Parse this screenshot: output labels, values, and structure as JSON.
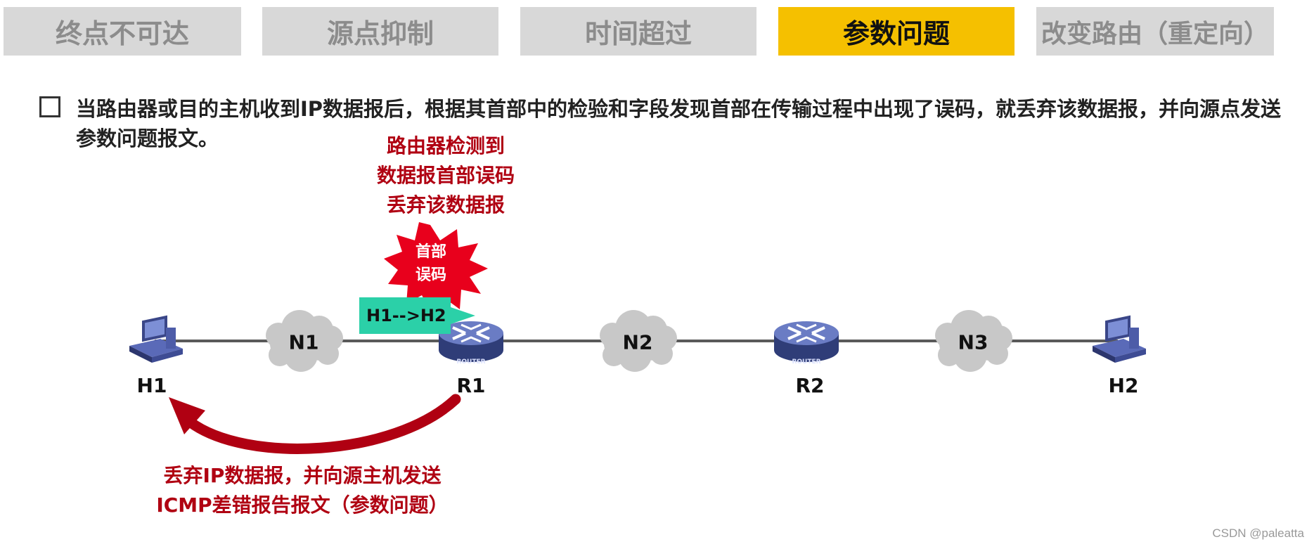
{
  "tabs": [
    {
      "label": "终点不可达",
      "active": false
    },
    {
      "label": "源点抑制",
      "active": false
    },
    {
      "label": "时间超过",
      "active": false
    },
    {
      "label": "参数问题",
      "active": true
    },
    {
      "label": "改变路由（重定向）",
      "active": false
    }
  ],
  "description": "当路由器或目的主机收到IP数据报后，根据其首部中的检验和字段发现首部在传输过程中出现了误码，就丢弃该数据报，并向源点发送参数问题报文。",
  "router_note": [
    "路由器检测到",
    "数据报首部误码",
    "丢弃该数据报"
  ],
  "burst_text": [
    "首部",
    "误码"
  ],
  "packet_label": "H1-->H2",
  "icmp_note": [
    "丢弃IP数据报，并向源主机发送",
    "ICMP差错报告报文（参数问题）"
  ],
  "nodes": {
    "h1": "H1",
    "n1": "N1",
    "r1": "R1",
    "n2": "N2",
    "r2": "R2",
    "n3": "N3",
    "h2": "H2"
  },
  "router_badge": "ROUTER",
  "watermark": "CSDN @paleatta",
  "colors": {
    "active_tab": "#f5c000",
    "inactive_tab": "#d8d8d8",
    "alert_red": "#b00012",
    "packet": "#2bd0a8",
    "router": "#4a5a9c"
  }
}
